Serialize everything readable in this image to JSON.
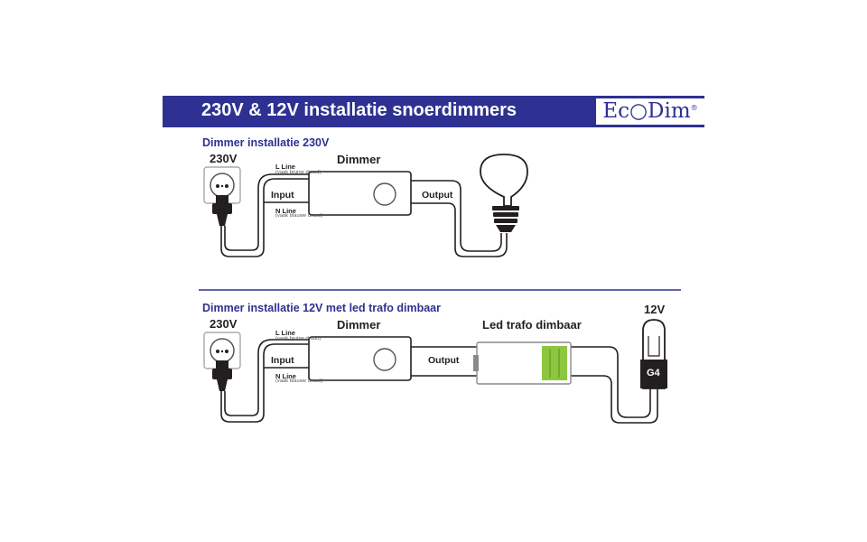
{
  "header": {
    "title": "230V & 12V installatie snoerdimmers",
    "logo_text": "Ec○Dim",
    "logo_mark": "®",
    "band_color": "#2e3192"
  },
  "diagram1": {
    "title": "Dimmer installatie 230V",
    "socket_label": "230V",
    "dimmer_label": "Dimmer",
    "l_line": "L Line",
    "l_note": "(vaak bruine draad)",
    "input": "Input",
    "n_line": "N Line",
    "n_note": "(vaak blauwe draad)",
    "output": "Output",
    "lamp_icon": "light-bulb-icon"
  },
  "diagram2": {
    "title": "Dimmer installatie 12V met led trafo dimbaar",
    "socket_label": "230V",
    "dimmer_label": "Dimmer",
    "l_line": "L Line",
    "l_note": "(vaak bruine draad)",
    "input": "Input",
    "n_line": "N Line",
    "n_note": "(vaak blauwe draad)",
    "output": "Output",
    "trafo_label": "Led trafo dimbaar",
    "lamp_voltage": "12V",
    "lamp_type": "G4",
    "trafo_color": "#8dc63f",
    "lamp_icon": "g4-halogen-bulb-icon"
  },
  "icons": {
    "socket": "wall-socket-icon",
    "plug": "power-plug-icon",
    "knob": "dimmer-knob-icon"
  }
}
